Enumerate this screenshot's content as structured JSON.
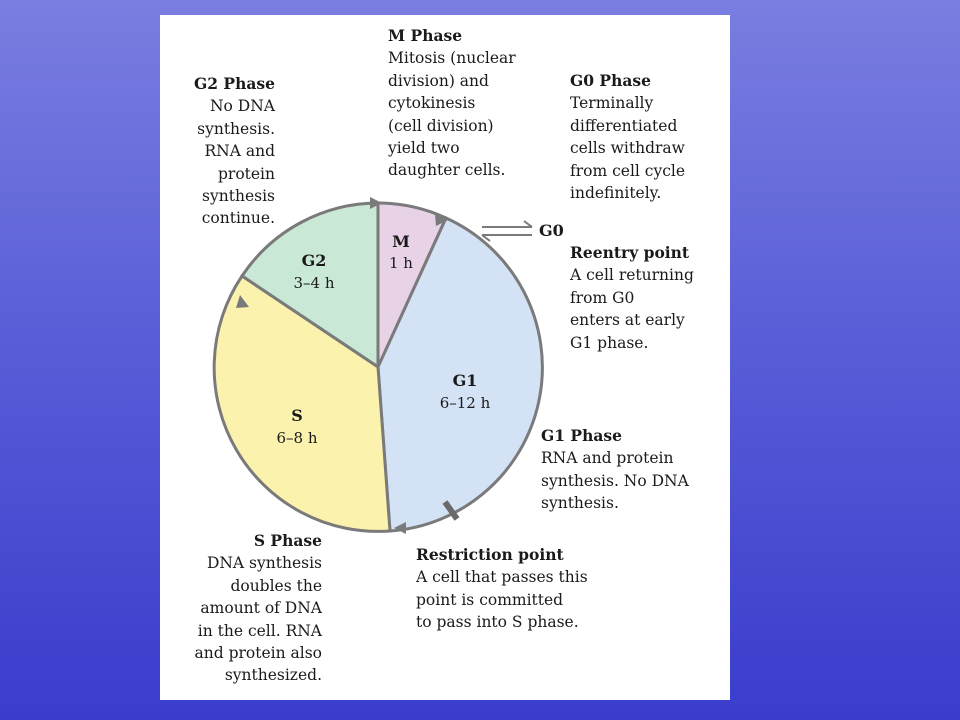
{
  "colors": {
    "m_fill": "#e8d2e6",
    "g1_fill": "#d4e2f6",
    "s_fill": "#fbf2ad",
    "g2_fill": "#c9e8d6",
    "outline": "#7a7a7a"
  },
  "cycle": {
    "m_name": "M",
    "m_time": "1 h",
    "g1_name": "G1",
    "g1_time": "6–12 h",
    "s_name": "S",
    "s_time": "6–8 h",
    "g2_name": "G2",
    "g2_time": "3–4 h",
    "g0_label": "G0"
  },
  "callouts": {
    "m_phase": {
      "title": "M Phase",
      "body": "Mitosis (nuclear\ndivision) and\ncytokinesis\n(cell division)\nyield two\ndaughter cells."
    },
    "g2_phase": {
      "title": "G2 Phase",
      "body": "No DNA\nsynthesis.\nRNA and\nprotein\nsynthesis\ncontinue."
    },
    "g0_phase": {
      "title": "G0 Phase",
      "body": "Terminally\ndifferentiated\ncells withdraw\nfrom cell cycle\nindefinitely."
    },
    "reentry": {
      "title": "Reentry point",
      "body": "A cell returning\nfrom G0\nenters at early\nG1 phase."
    },
    "g1_phase": {
      "title": "G1 Phase",
      "body": "RNA and protein\nsynthesis. No DNA\nsynthesis."
    },
    "s_phase": {
      "title": "S Phase",
      "body": "DNA synthesis\ndoubles the\namount of DNA\nin the cell. RNA\nand protein also\nsynthesized."
    },
    "restriction": {
      "title": "Restriction point",
      "body": "A cell that passes this\npoint is committed\nto pass into S phase."
    }
  }
}
